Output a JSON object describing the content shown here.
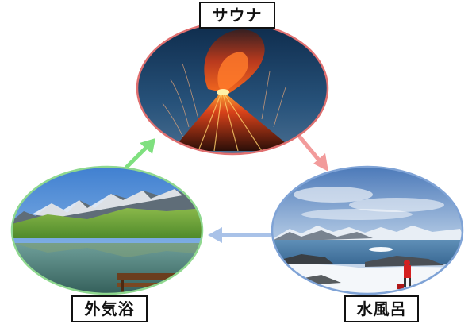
{
  "nodes": {
    "sauna": {
      "label": "サウナ",
      "image": "volcano-eruption",
      "border_color": "#e07070"
    },
    "mizuburo": {
      "label": "水風呂",
      "image": "snowy-antarctic-landscape",
      "border_color": "#7fa3d6"
    },
    "gaikiyoku": {
      "label": "外気浴",
      "image": "alpine-mountain-lake",
      "border_color": "#8fd88f"
    }
  },
  "arrows": [
    {
      "from": "sauna",
      "to": "mizuburo",
      "color": "#f29b9b"
    },
    {
      "from": "mizuburo",
      "to": "gaikiyoku",
      "color": "#a9c2e8"
    },
    {
      "from": "gaikiyoku",
      "to": "sauna",
      "color": "#7fe07f"
    }
  ]
}
